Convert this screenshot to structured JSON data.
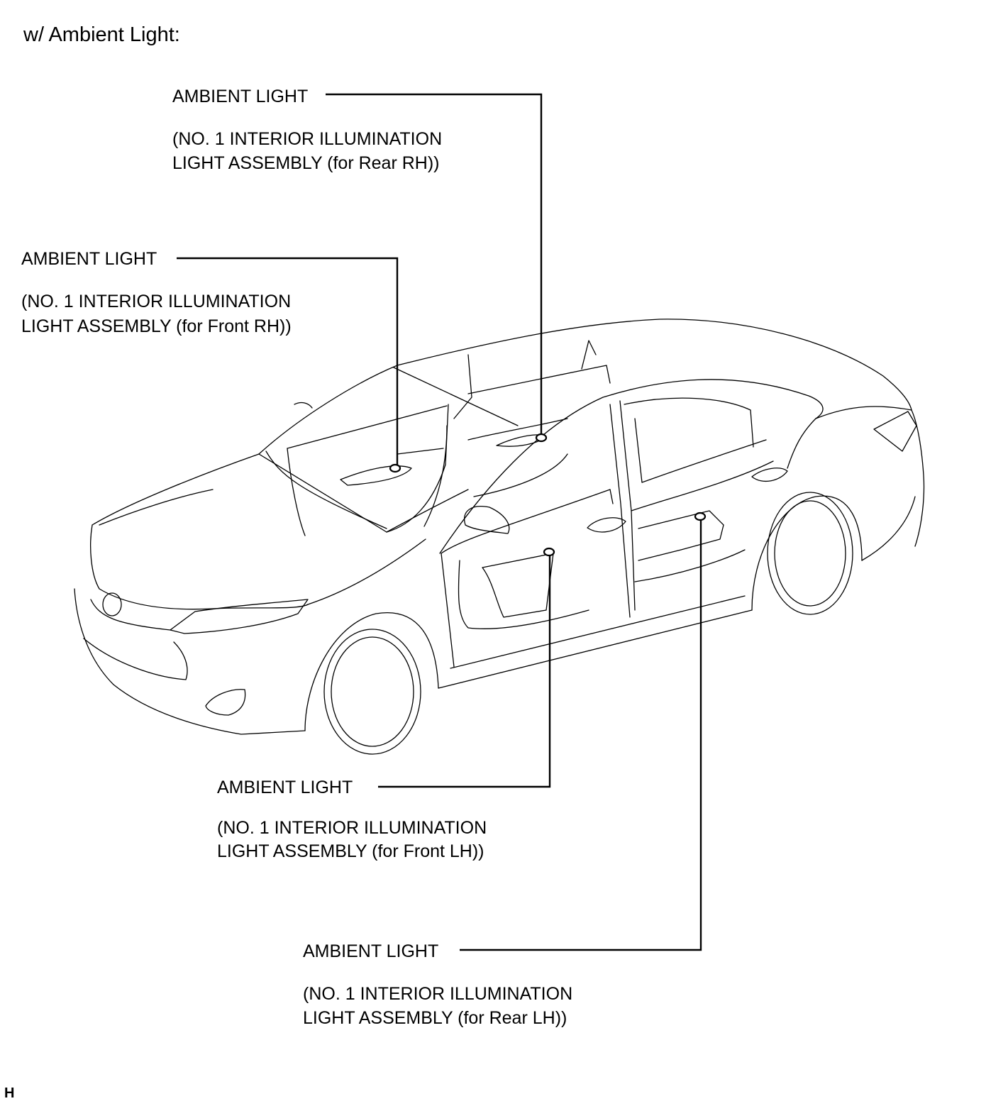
{
  "heading": "w/ Ambient Light:",
  "figure_code": "H",
  "callouts": [
    {
      "id": "rear-rh",
      "title": "AMBIENT LIGHT",
      "line1": "(NO. 1 INTERIOR ILLUMINATION",
      "line2": "LIGHT ASSEMBLY (for Rear RH))"
    },
    {
      "id": "front-rh",
      "title": "AMBIENT LIGHT",
      "line1": "(NO. 1 INTERIOR ILLUMINATION",
      "line2": "LIGHT ASSEMBLY (for Front RH))"
    },
    {
      "id": "front-lh",
      "title": "AMBIENT LIGHT",
      "line1": "(NO. 1 INTERIOR ILLUMINATION",
      "line2": "LIGHT ASSEMBLY (for Front LH))"
    },
    {
      "id": "rear-lh",
      "title": "AMBIENT LIGHT",
      "line1": "(NO. 1 INTERIOR ILLUMINATION",
      "line2": "LIGHT ASSEMBLY (for Rear LH))"
    }
  ]
}
